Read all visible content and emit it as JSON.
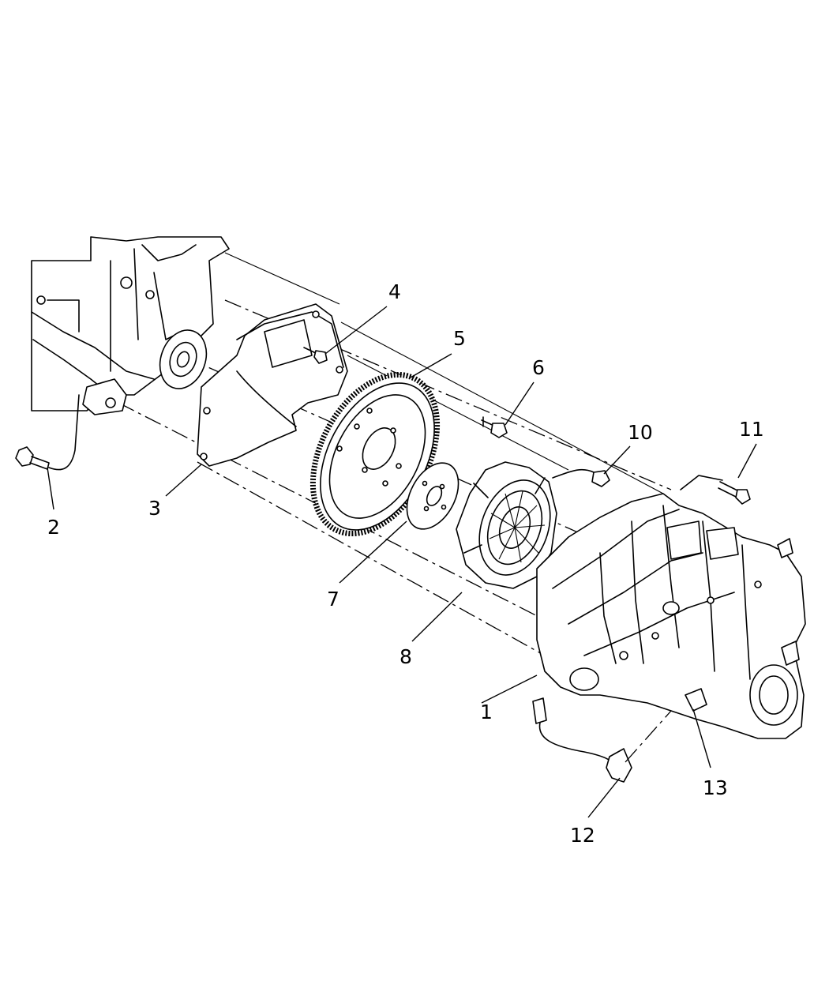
{
  "diagram": {
    "callouts": [
      {
        "id": "1",
        "label": "1"
      },
      {
        "id": "2",
        "label": "2"
      },
      {
        "id": "3",
        "label": "3"
      },
      {
        "id": "4",
        "label": "4"
      },
      {
        "id": "5",
        "label": "5"
      },
      {
        "id": "6",
        "label": "6"
      },
      {
        "id": "7",
        "label": "7"
      },
      {
        "id": "8",
        "label": "8"
      },
      {
        "id": "10",
        "label": "10"
      },
      {
        "id": "11",
        "label": "11"
      },
      {
        "id": "12",
        "label": "12"
      },
      {
        "id": "13",
        "label": "13"
      }
    ]
  }
}
